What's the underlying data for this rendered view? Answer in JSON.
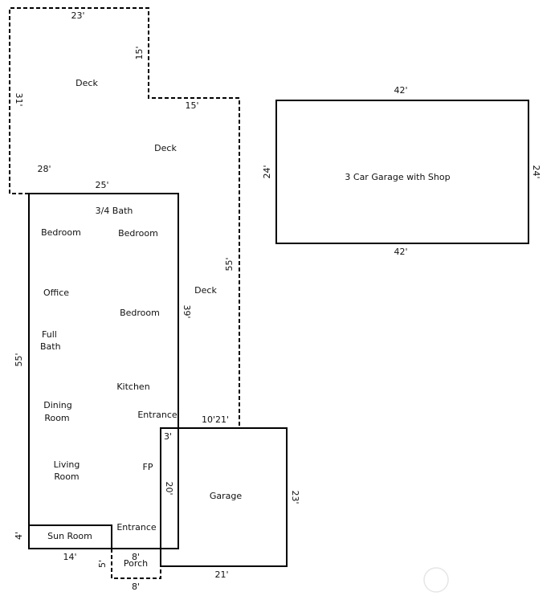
{
  "rooms": {
    "deck_1": "Deck",
    "deck_2": "Deck",
    "deck_3": "Deck",
    "bath_34": "3/4 Bath",
    "bedroom_1": "Bedroom",
    "bedroom_2": "Bedroom",
    "bedroom_3": "Bedroom",
    "office": "Office",
    "full_bath_1": "Full",
    "full_bath_2": "Bath",
    "kitchen": "Kitchen",
    "dining_1": "Dining",
    "dining_2": "Room",
    "entrance_1": "Entrance",
    "living_1": "Living",
    "living_2": "Room",
    "fp": "FP",
    "entrance_2": "Entrance",
    "sun_room": "Sun Room",
    "porch": "Porch",
    "garage": "Garage",
    "big_garage": "3 Car Garage with Shop"
  },
  "dimensions": {
    "deck_top": "23'",
    "deck_step_vertical": "15'",
    "deck_step_horizontal": "15'",
    "deck_left": "31'",
    "deck_bottom_left": "28'",
    "house_top": "25'",
    "deck_right_long": "55'",
    "house_left": "55'",
    "house_right": "39'",
    "deck_bottom_right": "10'21'",
    "garage_small_offset": "3'",
    "garage_left": "20'",
    "garage_right": "23'",
    "garage_bottom": "21'",
    "sun_room_side": "4'",
    "sun_room_bottom": "14'",
    "porch_top": "8'",
    "porch_side": "5'",
    "porch_bottom": "8'",
    "big_garage_top": "42'",
    "big_garage_bottom": "42'",
    "big_garage_left": "24'",
    "big_garage_right": "24'"
  }
}
